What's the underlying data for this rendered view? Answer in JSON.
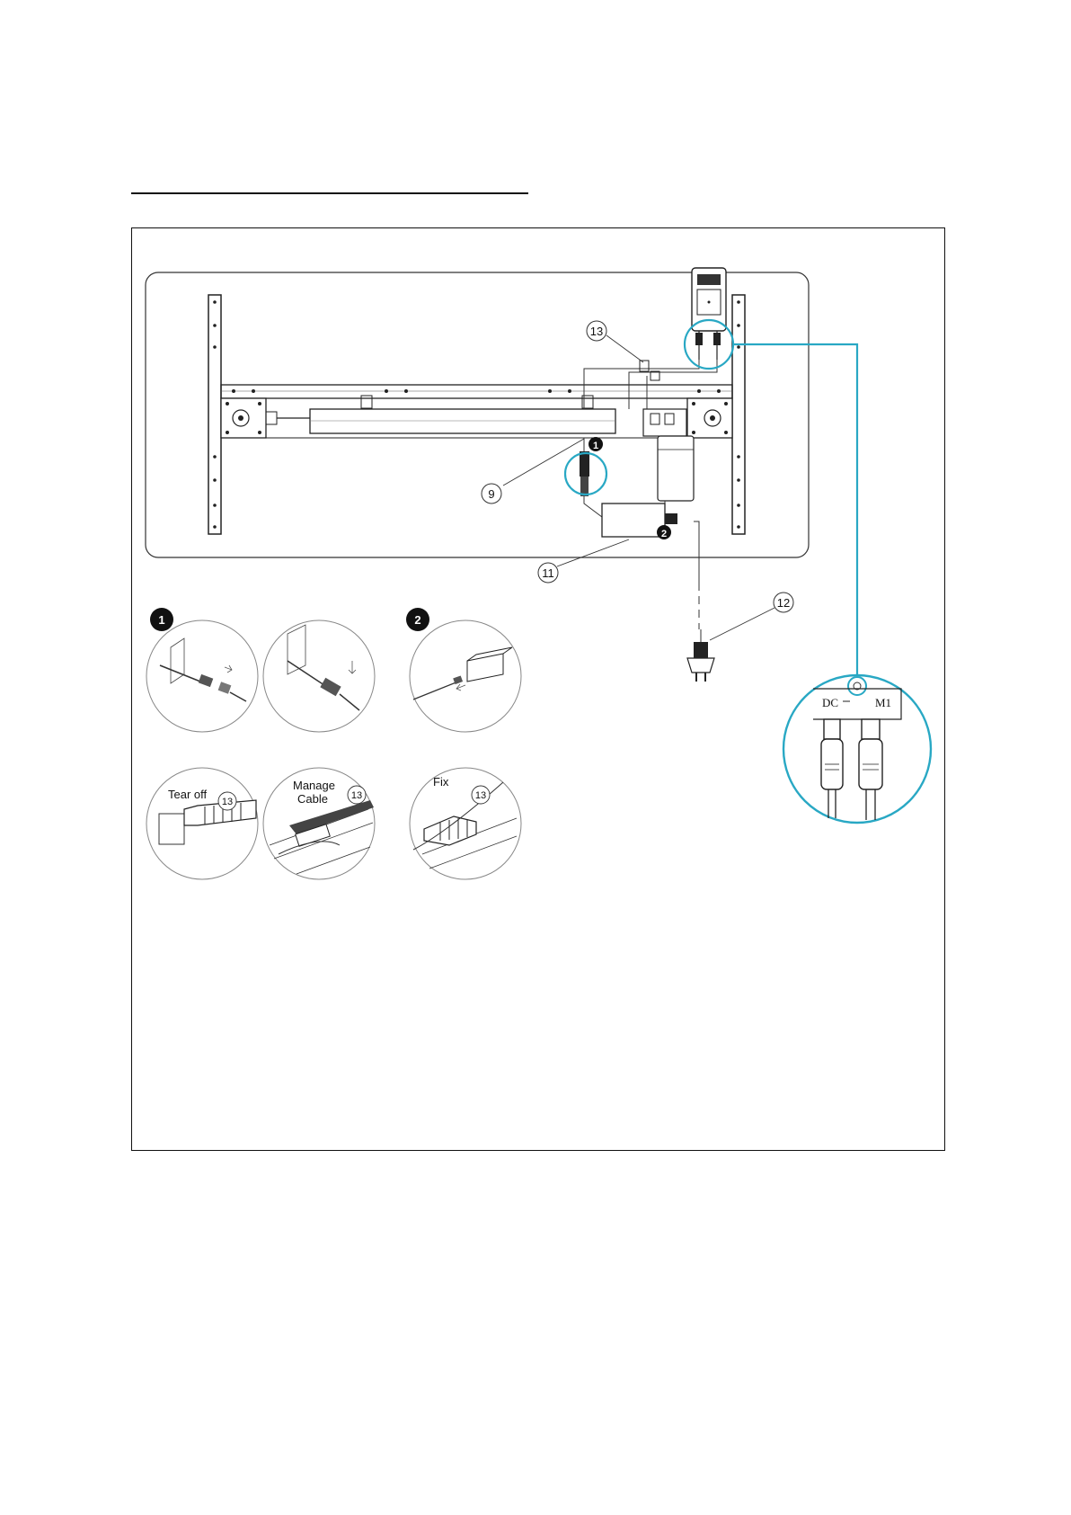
{
  "callouts": {
    "c13": "13",
    "c9": "9",
    "c11": "11",
    "c12": "12"
  },
  "steps": {
    "s1": "1",
    "s2": "2"
  },
  "cable_steps": {
    "tear_off": "Tear off",
    "manage_line1": "Manage",
    "manage_line2": "Cable",
    "fix": "Fix",
    "part": "13"
  },
  "ports": {
    "dc": "DC",
    "m1": "M1"
  },
  "colors": {
    "highlight": "#29a8c4",
    "line": "#222222"
  }
}
